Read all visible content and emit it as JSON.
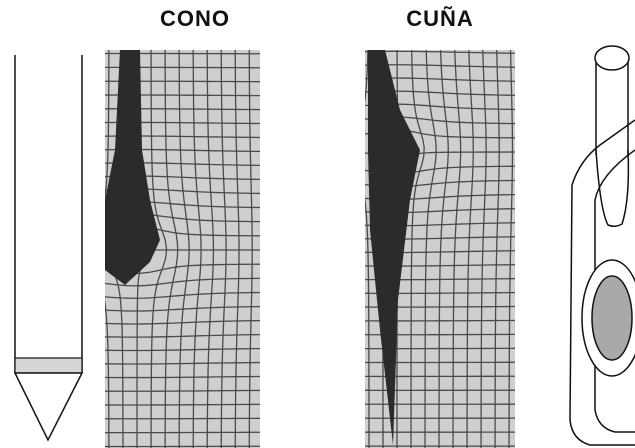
{
  "labels": {
    "cone": "CONO",
    "wedge": "CUÑA"
  },
  "colors": {
    "outline": "#111111",
    "cavity": "#2b2b2b",
    "grid_line": "#4a4a4a",
    "photo_background": "#cfcfcf",
    "cone_band": "#d6d6d6",
    "bit_insert": "#a9a9a9"
  },
  "panels": [
    {
      "id": "cone-penetrator-drawing",
      "kind": "line-drawing"
    },
    {
      "id": "cone-deformation-photo",
      "kind": "grid-deformation-photo"
    },
    {
      "id": "wedge-deformation-photo",
      "kind": "grid-deformation-photo"
    },
    {
      "id": "wedge-bit-drawing",
      "kind": "line-drawing"
    }
  ]
}
